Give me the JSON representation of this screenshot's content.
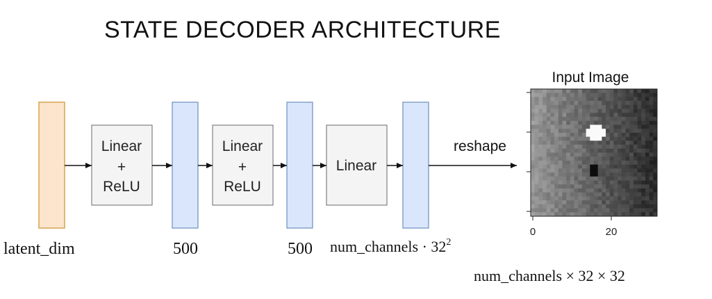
{
  "title": "STATE DECODER ARCHITECTURE",
  "colors": {
    "latent_fill": "#fde5cd",
    "latent_stroke": "#d6a44e",
    "vector_fill": "#dae6fb",
    "vector_stroke": "#6c8ebf",
    "layer_fill": "#f4f4f4",
    "layer_stroke": "#686868",
    "arrow": "#111111"
  },
  "nodes": {
    "latent": {
      "label": "latent_dim"
    },
    "hidden1": {
      "label": "500"
    },
    "hidden2": {
      "label": "500"
    },
    "output": {
      "label": "num_channels · 32",
      "superscript": "2"
    }
  },
  "layers": {
    "layer1": {
      "line1": "Linear",
      "line2": "+",
      "line3": "ReLU"
    },
    "layer2": {
      "line1": "Linear",
      "line2": "+",
      "line3": "ReLU"
    },
    "layer3": {
      "line1": "Linear"
    }
  },
  "reshape": {
    "label": "reshape",
    "result_label": "num_channels × 32 × 32"
  },
  "input_image": {
    "title": "Input Image",
    "x_ticks": [
      "0",
      "20"
    ],
    "grid_size": 32,
    "white_blob_cells": [
      [
        15,
        19
      ],
      [
        16,
        19
      ],
      [
        17,
        19
      ],
      [
        14,
        20
      ],
      [
        15,
        20
      ],
      [
        16,
        20
      ],
      [
        17,
        20
      ],
      [
        18,
        20
      ],
      [
        14,
        21
      ],
      [
        15,
        21
      ],
      [
        16,
        21
      ],
      [
        17,
        21
      ],
      [
        18,
        21
      ],
      [
        15,
        22
      ],
      [
        16,
        22
      ],
      [
        17,
        22
      ]
    ],
    "black_square_cells": [
      [
        15,
        10
      ],
      [
        16,
        10
      ],
      [
        15,
        11
      ],
      [
        16,
        11
      ],
      [
        15,
        12
      ],
      [
        16,
        12
      ]
    ]
  }
}
